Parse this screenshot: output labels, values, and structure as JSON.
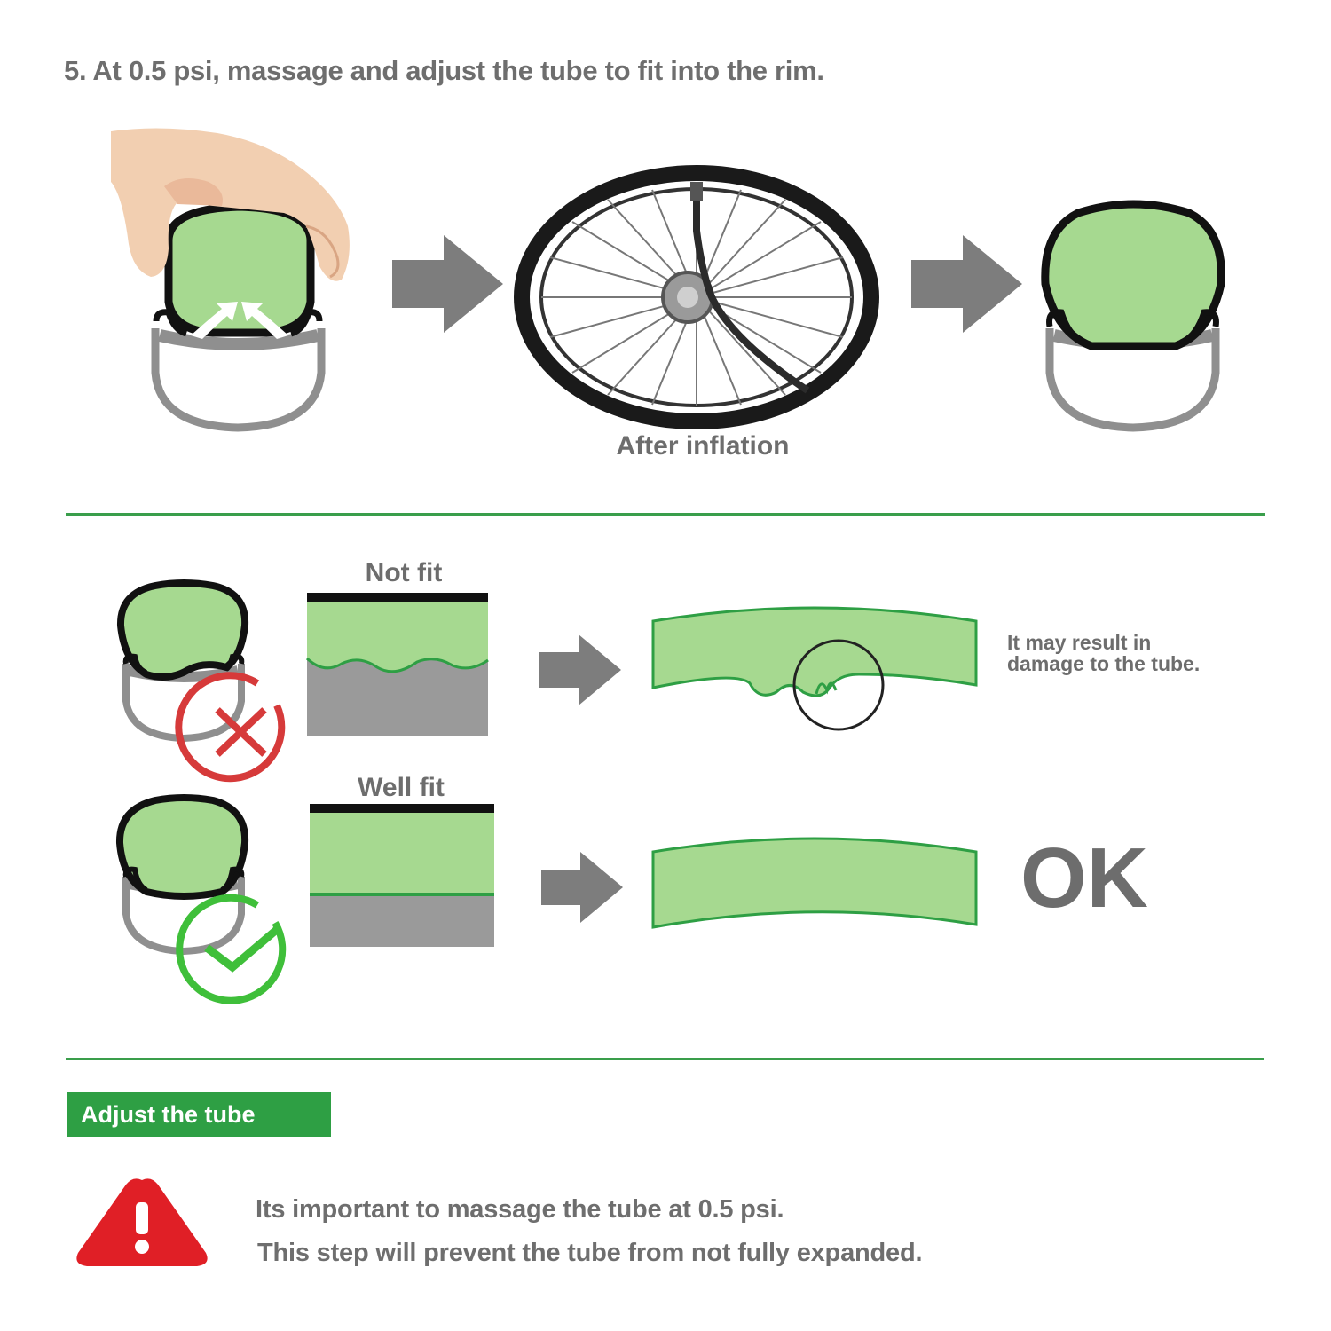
{
  "step_title": "5. At 0.5 psi, massage and adjust the tube to fit into the rim.",
  "inflation_caption": "After inflation",
  "not_fit": {
    "label": "Not fit",
    "warning_line1": "It may result in",
    "warning_line2": "damage to the tube."
  },
  "well_fit": {
    "label": "Well fit",
    "result": "OK"
  },
  "badge_label": "Adjust the tube",
  "note_line1": "Its important to massage the tube at 0.5 psi.",
  "note_line2": "This step will prevent the tube from not fully expanded.",
  "colors": {
    "tube_green": "#a6d990",
    "accent_green": "#2e9f44",
    "rim_gray": "#8f8f8f",
    "arrow_gray": "#7d7d7d",
    "error_red": "#d63a3a",
    "warning_red": "#e01f26"
  }
}
